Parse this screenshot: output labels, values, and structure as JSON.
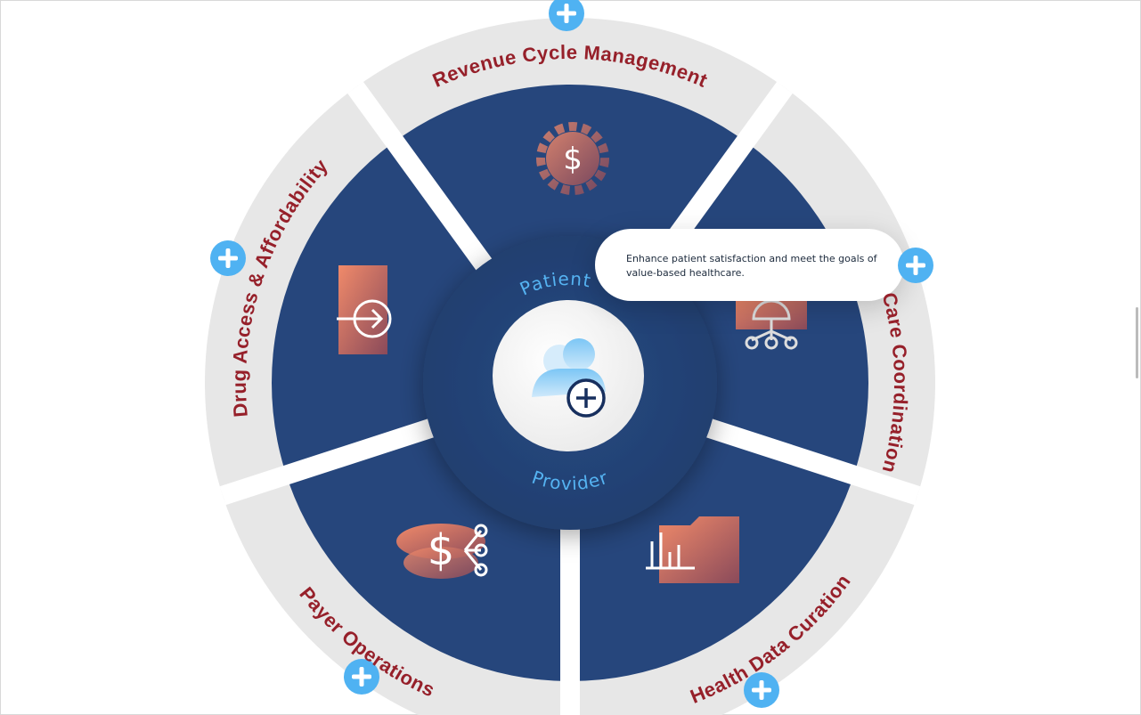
{
  "segments": [
    {
      "id": "revenue",
      "label": "Revenue Cycle Management",
      "icon": "gear-dollar-icon"
    },
    {
      "id": "care",
      "label": "Care Coordination",
      "icon": "care-network-icon"
    },
    {
      "id": "health-data",
      "label": "Health Data Curation",
      "icon": "bar-chart-folder-icon"
    },
    {
      "id": "payer",
      "label": "Payer Operations",
      "icon": "dollar-share-icon"
    },
    {
      "id": "drug",
      "label": "Drug Access & Affordability",
      "icon": "arrow-enter-icon"
    }
  ],
  "center": {
    "top_label": "Patient",
    "bottom_label": "Provider",
    "icon": "add-user-icon"
  },
  "tooltip": {
    "text": "Enhance patient satisfaction and meet the goals of value-based healthcare."
  },
  "colors": {
    "ring": "#e7e7e7",
    "segment": "#26467c",
    "label": "#96202a",
    "accent": "#4fb2f2"
  }
}
